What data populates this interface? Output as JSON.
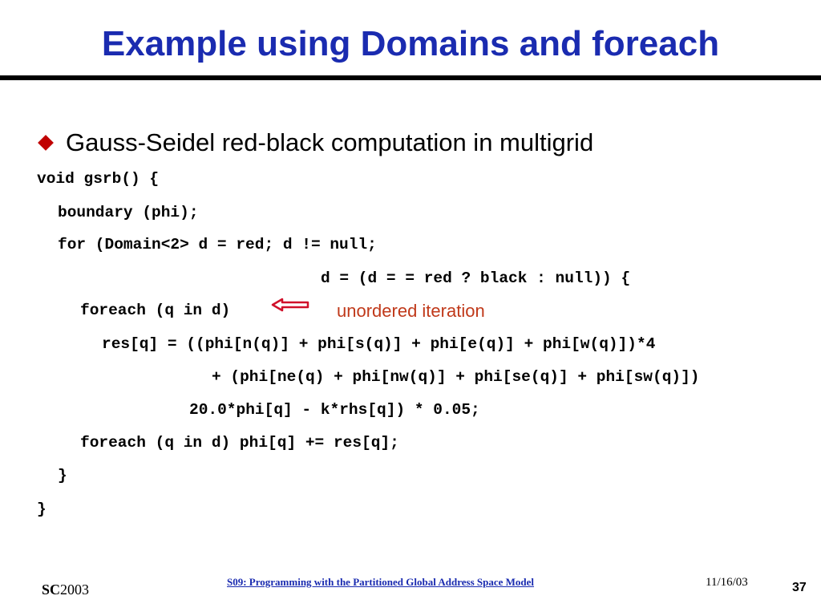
{
  "slide": {
    "title": "Example using Domains and foreach",
    "bullet": "Gauss-Seidel red-black computation in multigrid",
    "code_lines": [
      "void gsrb() {",
      "boundary (phi);",
      "for (Domain<2> d = red; d != null;",
      "d = (d = = red ? black : null)) {",
      "foreach (q in d)",
      "res[q] = ((phi[n(q)] + phi[s(q)] + phi[e(q)] + phi[w(q)])*4",
      "+ (phi[ne(q) + phi[nw(q)] + phi[se(q)] + phi[sw(q)])",
      "20.0*phi[q] - k*rhs[q]) * 0.05;",
      "foreach (q in d) phi[q] += res[q];",
      "}",
      "}"
    ],
    "annotation": "unordered iteration",
    "arrow_icon": "left-arrow-icon"
  },
  "footer": {
    "logo_bold": "SC",
    "logo_rest": "2003",
    "link_text": "S09: Programming with the Partitioned Global Address Space Model",
    "date": "11/16/03",
    "page_number": "37"
  },
  "colors": {
    "title": "#1a2bb0",
    "bullet": "#c00000",
    "annotation": "#c0391a",
    "arrow_fill": "#ffffff",
    "arrow_stroke": "#d0102a"
  }
}
